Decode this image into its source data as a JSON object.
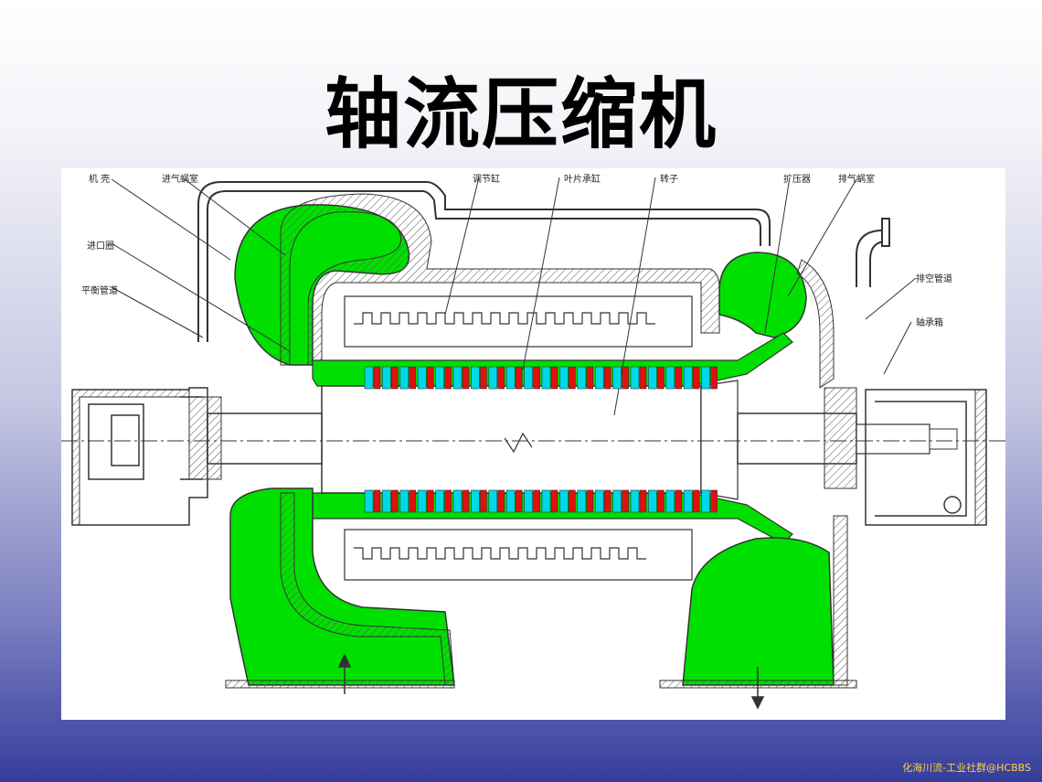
{
  "slide": {
    "title": "轴流压缩机",
    "watermark": "化海川流-工业社群@HCBBS"
  },
  "diagram": {
    "labels": {
      "casing": "机 壳",
      "inlet_volute": "进气蜗室",
      "inlet_ring": "进口圈",
      "balance_pipe": "平衡管道",
      "adjusting_cylinder": "调节缸",
      "blade_carrier": "叶片承缸",
      "rotor": "转子",
      "diffuser": "扩压器",
      "outlet_volute": "排气蜗室",
      "vent_pipe": "排空管道",
      "bearing_box": "轴承箱"
    },
    "colors": {
      "flow_passage": "#00e000",
      "moving_blade": "#e01010",
      "stator_blade": "#00d8e8",
      "outline": "#333333",
      "background_top": "#ffffff",
      "background_bottom": "#353d9c",
      "watermark": "#ffd24a"
    }
  }
}
